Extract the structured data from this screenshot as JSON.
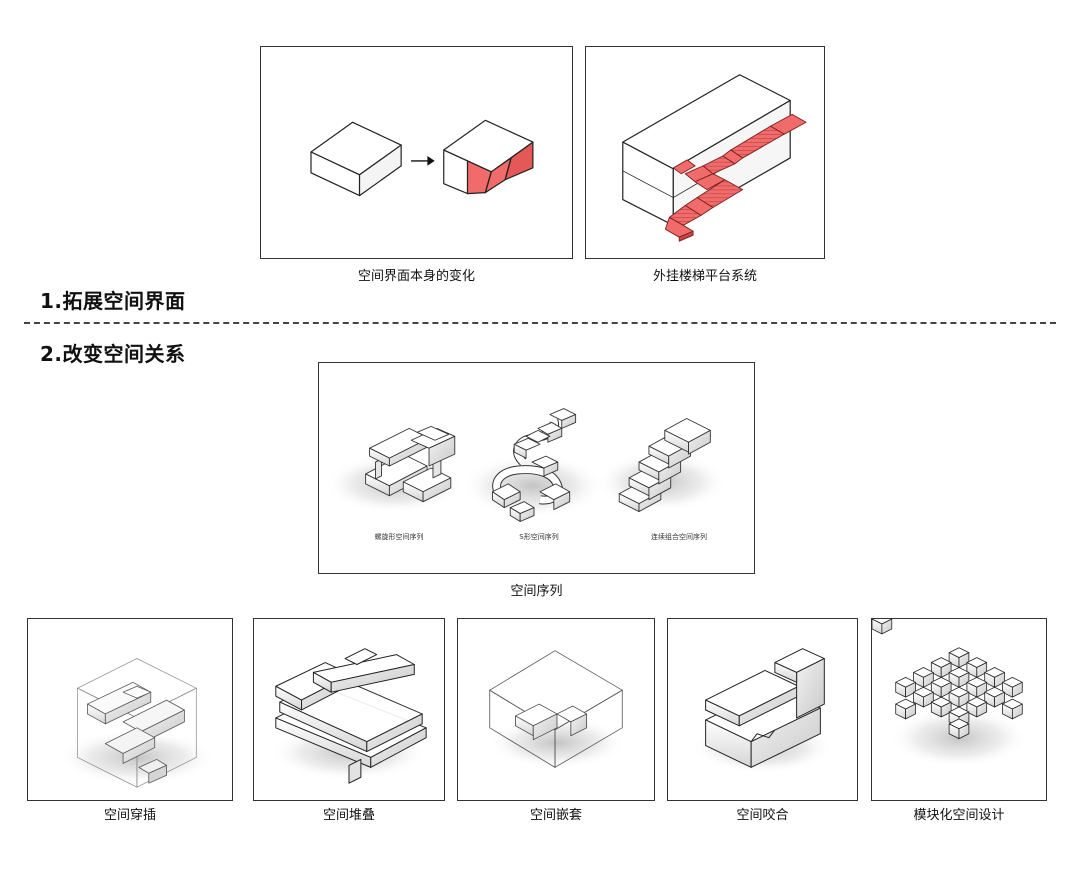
{
  "top": {
    "left_caption": "空间界面本身的变化",
    "right_caption": "外挂楼梯平台系统"
  },
  "section1": {
    "heading": "1.拓展空间界面"
  },
  "section2": {
    "heading": "2.改变空间关系"
  },
  "sequence": {
    "caption": "空间序列",
    "sublabels": [
      "螺旋形空间序列",
      "S形空间序列",
      "连续组合空间序列"
    ]
  },
  "bottom": {
    "captions": [
      "空间穿插",
      "空间堆叠",
      "空间嵌套",
      "空间咬合",
      "模块化空间设计"
    ]
  },
  "colors": {
    "accent": "#f26b6b",
    "stroke": "#222222"
  }
}
